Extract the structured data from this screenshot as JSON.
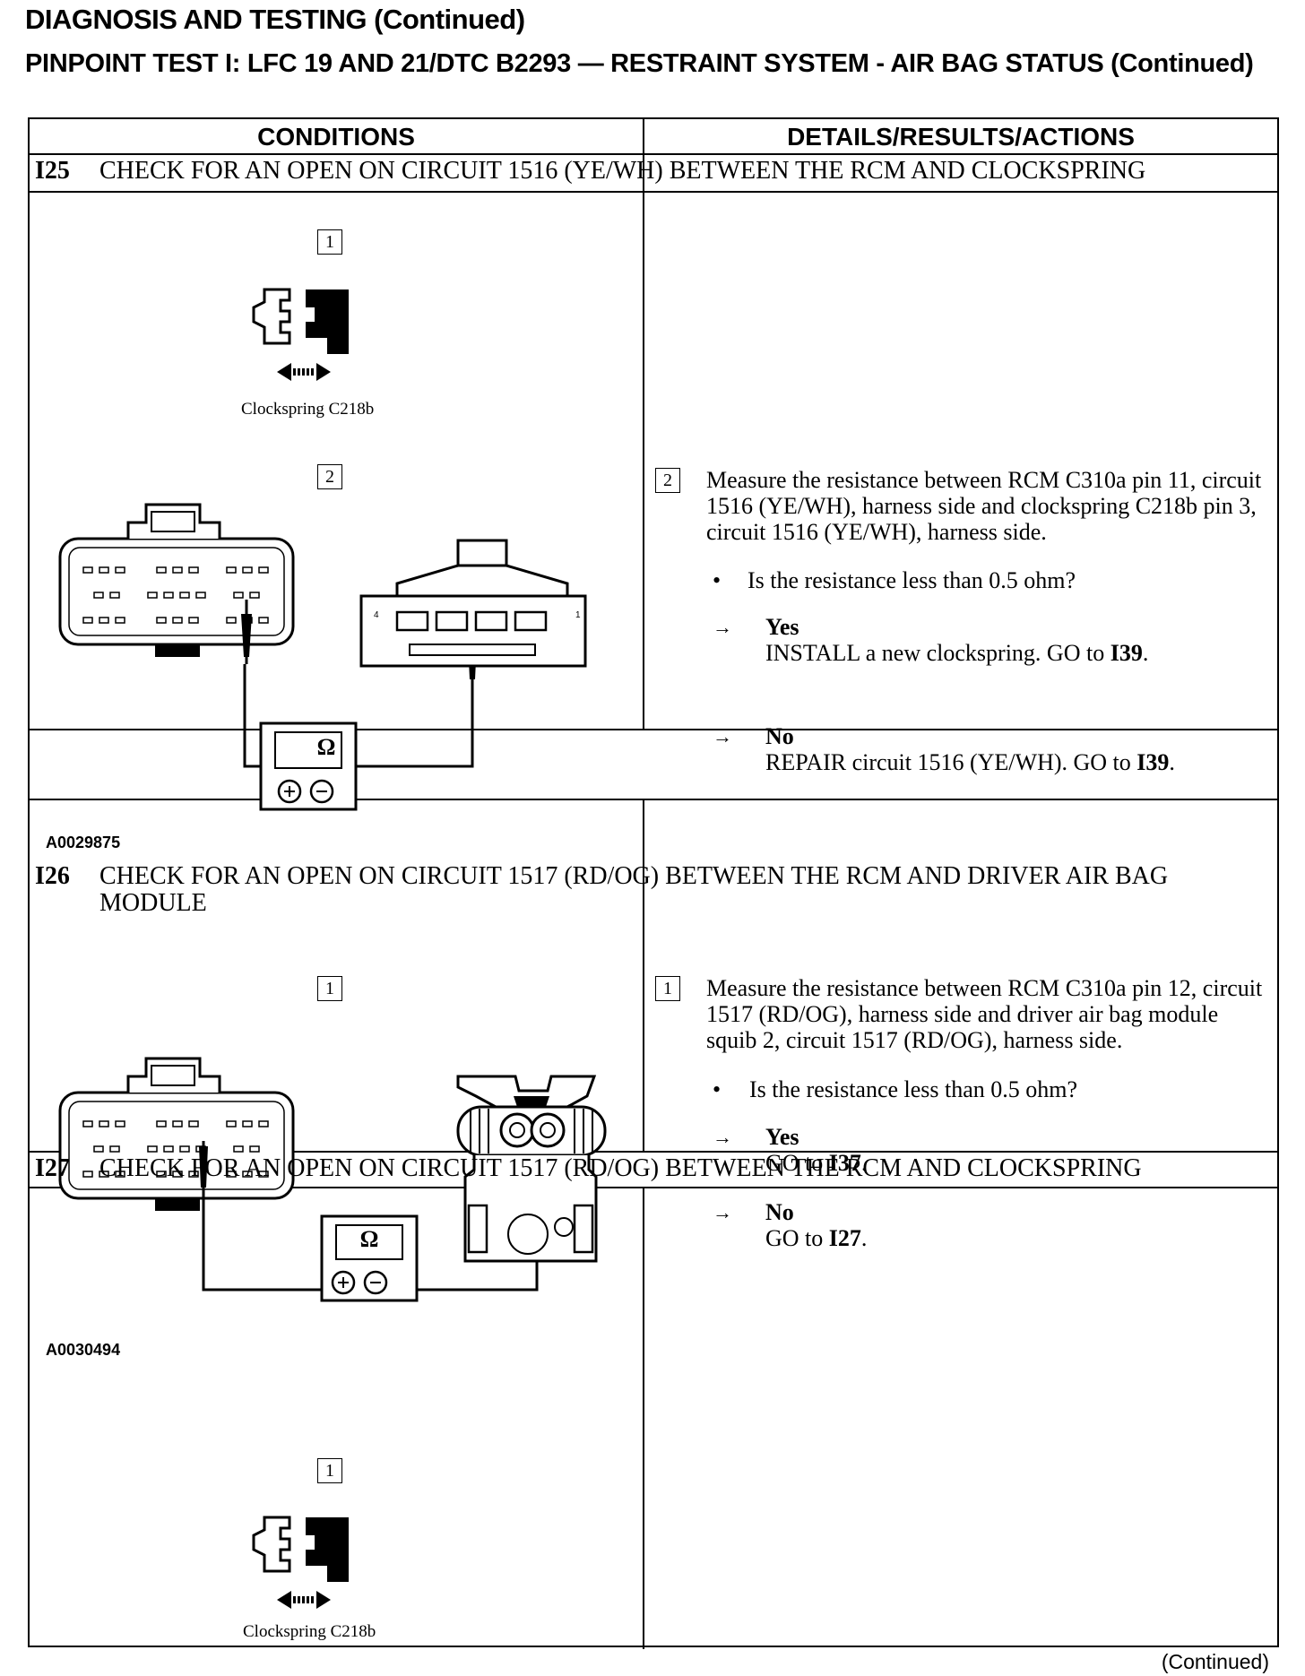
{
  "header": {
    "title": "DIAGNOSIS AND TESTING (Continued)",
    "subtitle": "PINPOINT TEST I: LFC 19 AND 21/DTC B2293 — RESTRAINT SYSTEM - AIR BAG STATUS (Continued)"
  },
  "table": {
    "col_conditions": "CONDITIONS",
    "col_details": "DETAILS/RESULTS/ACTIONS"
  },
  "i25": {
    "id": "I25",
    "title": "CHECK FOR AN OPEN ON CIRCUIT 1516 (YE/WH) BETWEEN THE RCM AND CLOCKSPRING",
    "step1_num": "1",
    "step1_caption": "Clockspring C218b",
    "step2_num": "2",
    "figure_id": "A0029875",
    "meter_symbol": "Ω",
    "pin4": "4",
    "pin1": "1",
    "detail_num": "2",
    "instruction": "Measure the resistance between RCM C310a pin 11, circuit 1516 (YE/WH), harness side and clockspring C218b pin 3, circuit 1516 (YE/WH), harness side.",
    "question": "Is the resistance less than 0.5 ohm?",
    "yes_label": "Yes",
    "yes_action_a": "INSTALL a new clockspring. GO to ",
    "yes_action_b": "I39",
    "no_label": "No",
    "no_action_a": "REPAIR circuit 1516 (YE/WH). GO to ",
    "no_action_b": "I39"
  },
  "i26": {
    "id": "I26",
    "title": "CHECK FOR AN OPEN ON CIRCUIT 1517 (RD/OG) BETWEEN THE RCM AND DRIVER AIR BAG MODULE",
    "step1_num": "1",
    "figure_id": "A0030494",
    "meter_symbol": "Ω",
    "detail_num": "1",
    "instruction": "Measure the resistance between RCM C310a pin 12, circuit 1517 (RD/OG), harness side and driver air bag module squib 2, circuit 1517 (RD/OG), harness side.",
    "question": "Is the resistance less than 0.5 ohm?",
    "yes_label": "Yes",
    "yes_action_a": "GO to ",
    "yes_action_b": "I37",
    "no_label": "No",
    "no_action_a": "GO to ",
    "no_action_b": "I27"
  },
  "i27": {
    "id": "I27",
    "title": "CHECK FOR AN OPEN ON CIRCUIT 1517 (RD/OG) BETWEEN THE RCM AND CLOCKSPRING",
    "step1_num": "1",
    "step1_caption": "Clockspring C218b"
  },
  "footer": {
    "continued": "(Continued)"
  }
}
